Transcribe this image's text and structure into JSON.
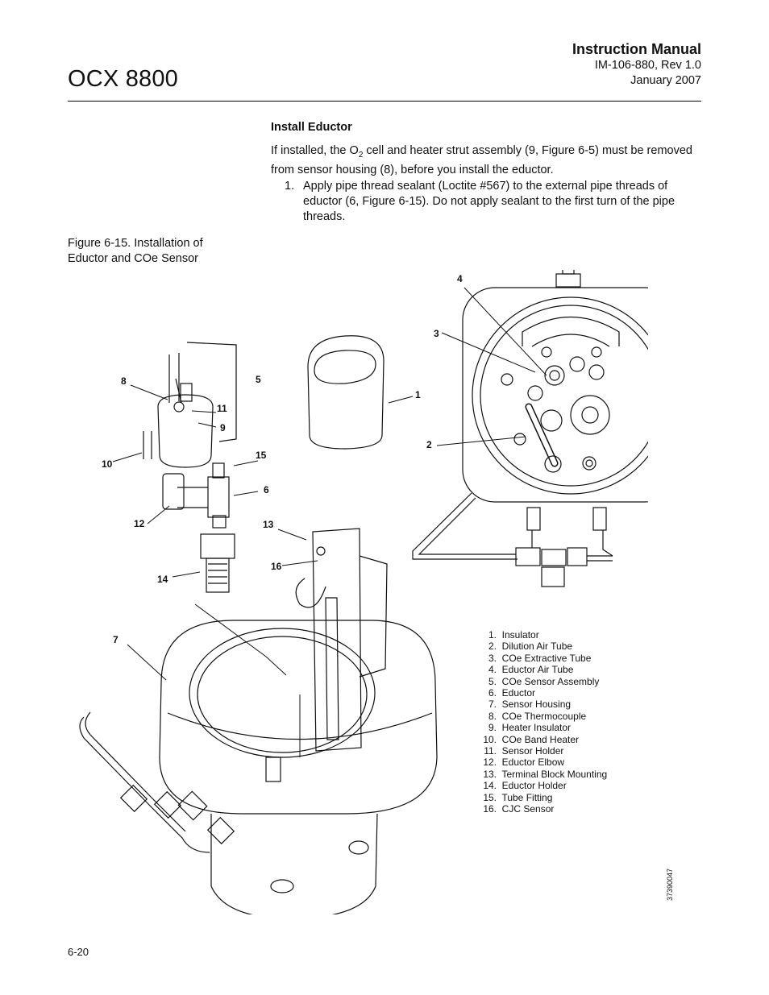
{
  "header": {
    "doc_title": "OCX 8800",
    "manual_title": "Instruction Manual",
    "doc_id": "IM-106-880, Rev 1.0",
    "date": "January 2007"
  },
  "section": {
    "heading": "Install Eductor",
    "intro_before": "If installed, the O",
    "intro_subscript": "2",
    "intro_after": " cell and heater strut assembly (9, Figure 6-5) must be removed from sensor housing (8), before you install the eductor.",
    "step_number": "1.",
    "step_text": "Apply pipe thread sealant (Loctite #567) to the external pipe threads of eductor (6, Figure 6-15). Do not apply sealant to the first turn of the pipe threads."
  },
  "figure": {
    "caption": "Figure 6-15. Installation of Eductor and COe Sensor",
    "callouts": [
      "1",
      "2",
      "3",
      "4",
      "5",
      "6",
      "7",
      "8",
      "9",
      "10",
      "11",
      "12",
      "13",
      "14",
      "15",
      "16"
    ],
    "legend": [
      {
        "num": "1.",
        "label": "Insulator"
      },
      {
        "num": "2.",
        "label": "Dilution Air Tube"
      },
      {
        "num": "3.",
        "label": "COe Extractive Tube"
      },
      {
        "num": "4.",
        "label": "Eductor Air Tube"
      },
      {
        "num": "5.",
        "label": "COe Sensor Assembly"
      },
      {
        "num": "6.",
        "label": "Eductor"
      },
      {
        "num": "7.",
        "label": "Sensor Housing"
      },
      {
        "num": "8.",
        "label": "COe Thermocouple"
      },
      {
        "num": "9.",
        "label": "Heater Insulator"
      },
      {
        "num": "10.",
        "label": "COe Band Heater"
      },
      {
        "num": "11.",
        "label": "Sensor Holder"
      },
      {
        "num": "12.",
        "label": "Eductor Elbow"
      },
      {
        "num": "13.",
        "label": "Terminal Block Mounting"
      },
      {
        "num": "14.",
        "label": "Eductor Holder"
      },
      {
        "num": "15.",
        "label": "Tube Fitting"
      },
      {
        "num": "16.",
        "label": "CJC Sensor"
      }
    ],
    "drawing_number": "37390047"
  },
  "footer": {
    "page_number": "6-20"
  }
}
